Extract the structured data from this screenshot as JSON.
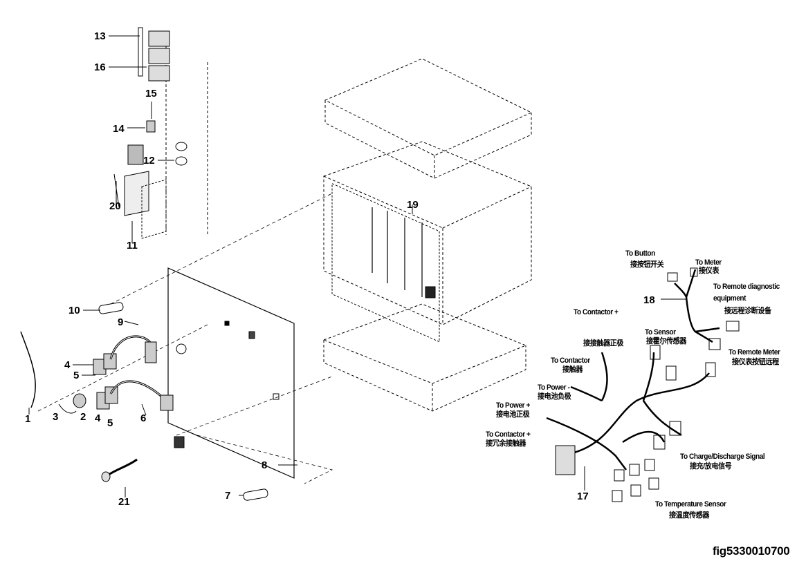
{
  "callouts": {
    "n1": "1",
    "n2": "2",
    "n3": "3",
    "n4a": "4",
    "n4b": "4",
    "n5a": "5",
    "n5b": "5",
    "n6": "6",
    "n7": "7",
    "n8": "8",
    "n9": "9",
    "n10": "10",
    "n11": "11",
    "n12": "12",
    "n13": "13",
    "n14": "14",
    "n15": "15",
    "n16": "16",
    "n17": "17",
    "n18": "18",
    "n19": "19",
    "n20": "20",
    "n21": "21"
  },
  "harness_labels": {
    "to_button": "To Button",
    "to_button_cn": "接按钮开关",
    "to_meter": "To Meter",
    "to_meter_cn": "接仪表",
    "to_remote_diag_1": "To Remote diagnostic",
    "to_remote_diag_2": "equipment",
    "to_remote_diag_cn": "接远程诊断设备",
    "to_contactor_plus_top": "To Contactor +",
    "contactor_plus_cn": "接接触器正极",
    "to_sensor": "To Sensor",
    "to_sensor_cn": "接霍尔传感器",
    "to_remote_meter": "To Remote Meter",
    "to_remote_meter_cn": "接仪表按钮远程",
    "to_contactor": "To Contactor",
    "to_contactor_cn": "接触器",
    "to_power_minus": "To Power -",
    "to_power_minus_cn": "接电池负极",
    "to_power_plus": "To Power +",
    "to_power_plus_cn": "接电池正极",
    "to_contactor_plus": "To Contactor +",
    "to_contactor_plus_cn": "接冗余接触器",
    "to_charge_discharge": "To Charge/Discharge Signal",
    "to_charge_discharge_cn": "接充/放电信号",
    "to_temp_sensor": "To Temperature Sensor",
    "to_temp_sensor_cn": "接温度传感器"
  },
  "figure_id": "fig5330010700"
}
